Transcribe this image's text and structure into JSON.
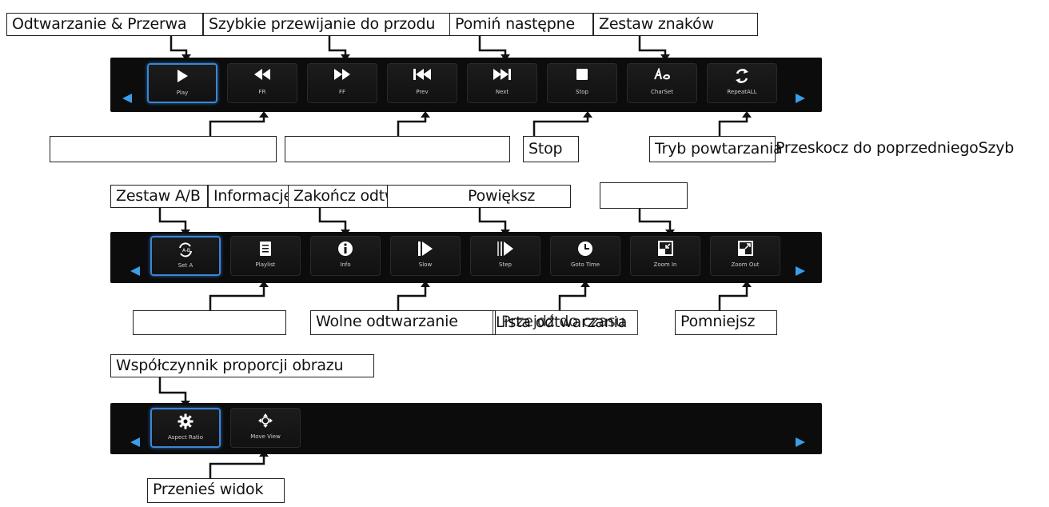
{
  "colors": {
    "bar_bg": "#0c0c0c",
    "active_border": "#3a86d6",
    "nav_arrow": "#3a9ee8"
  },
  "toolbars": [
    {
      "buttons": [
        {
          "label": "Play",
          "icon": "play-icon",
          "active": true
        },
        {
          "label": "FR",
          "icon": "rewind-icon"
        },
        {
          "label": "FF",
          "icon": "fast-forward-icon"
        },
        {
          "label": "Prev",
          "icon": "skip-previous-icon"
        },
        {
          "label": "Next",
          "icon": "skip-next-icon"
        },
        {
          "label": "Stop",
          "icon": "stop-icon"
        },
        {
          "label": "CharSet",
          "icon": "charset-icon"
        },
        {
          "label": "RepeatALL",
          "icon": "repeat-icon"
        }
      ]
    },
    {
      "buttons": [
        {
          "label": "Set A",
          "icon": "set-a-icon",
          "active": true
        },
        {
          "label": "Playlist",
          "icon": "playlist-icon"
        },
        {
          "label": "Info",
          "icon": "info-icon"
        },
        {
          "label": "Slow",
          "icon": "slow-icon"
        },
        {
          "label": "Step",
          "icon": "step-icon"
        },
        {
          "label": "Goto Time",
          "icon": "clock-icon"
        },
        {
          "label": "Zoom In",
          "icon": "zoom-in-icon"
        },
        {
          "label": "Zoom Out",
          "icon": "zoom-out-icon"
        }
      ]
    },
    {
      "buttons": [
        {
          "label": "Aspect Ratio",
          "icon": "gear-icon",
          "active": true
        },
        {
          "label": "Move View",
          "icon": "move-view-icon"
        }
      ]
    }
  ],
  "callouts": {
    "play_pause": "Odtwarzanie & Przerwa",
    "fast_forward": "Szybkie przewijanie do przodu",
    "skip_next": "Pomiń następne",
    "charset": "Zestaw znaków",
    "rewind": "",
    "skip_prev": "",
    "stop": "Stop",
    "repeat": "Tryb powtarzania",
    "skip_prev_overflow": "Przeskocz do poprzedniegoSzyb",
    "set_ab": "Zestaw A/B",
    "info": "Informacje",
    "exit_playback": "Zakończ odtwarzanie",
    "zoom_in": "Powiększ",
    "blank_zoom": "",
    "blank_playlist": "",
    "slow": "Wolne odtwarzanie",
    "playlist": "Lista odtwarzania",
    "goto_time": "Przejdź do czasu",
    "zoom_out": "Pomniejsz",
    "aspect_ratio": "Współczynnik proporcji obrazu",
    "move_view": "Przenieś widok"
  }
}
